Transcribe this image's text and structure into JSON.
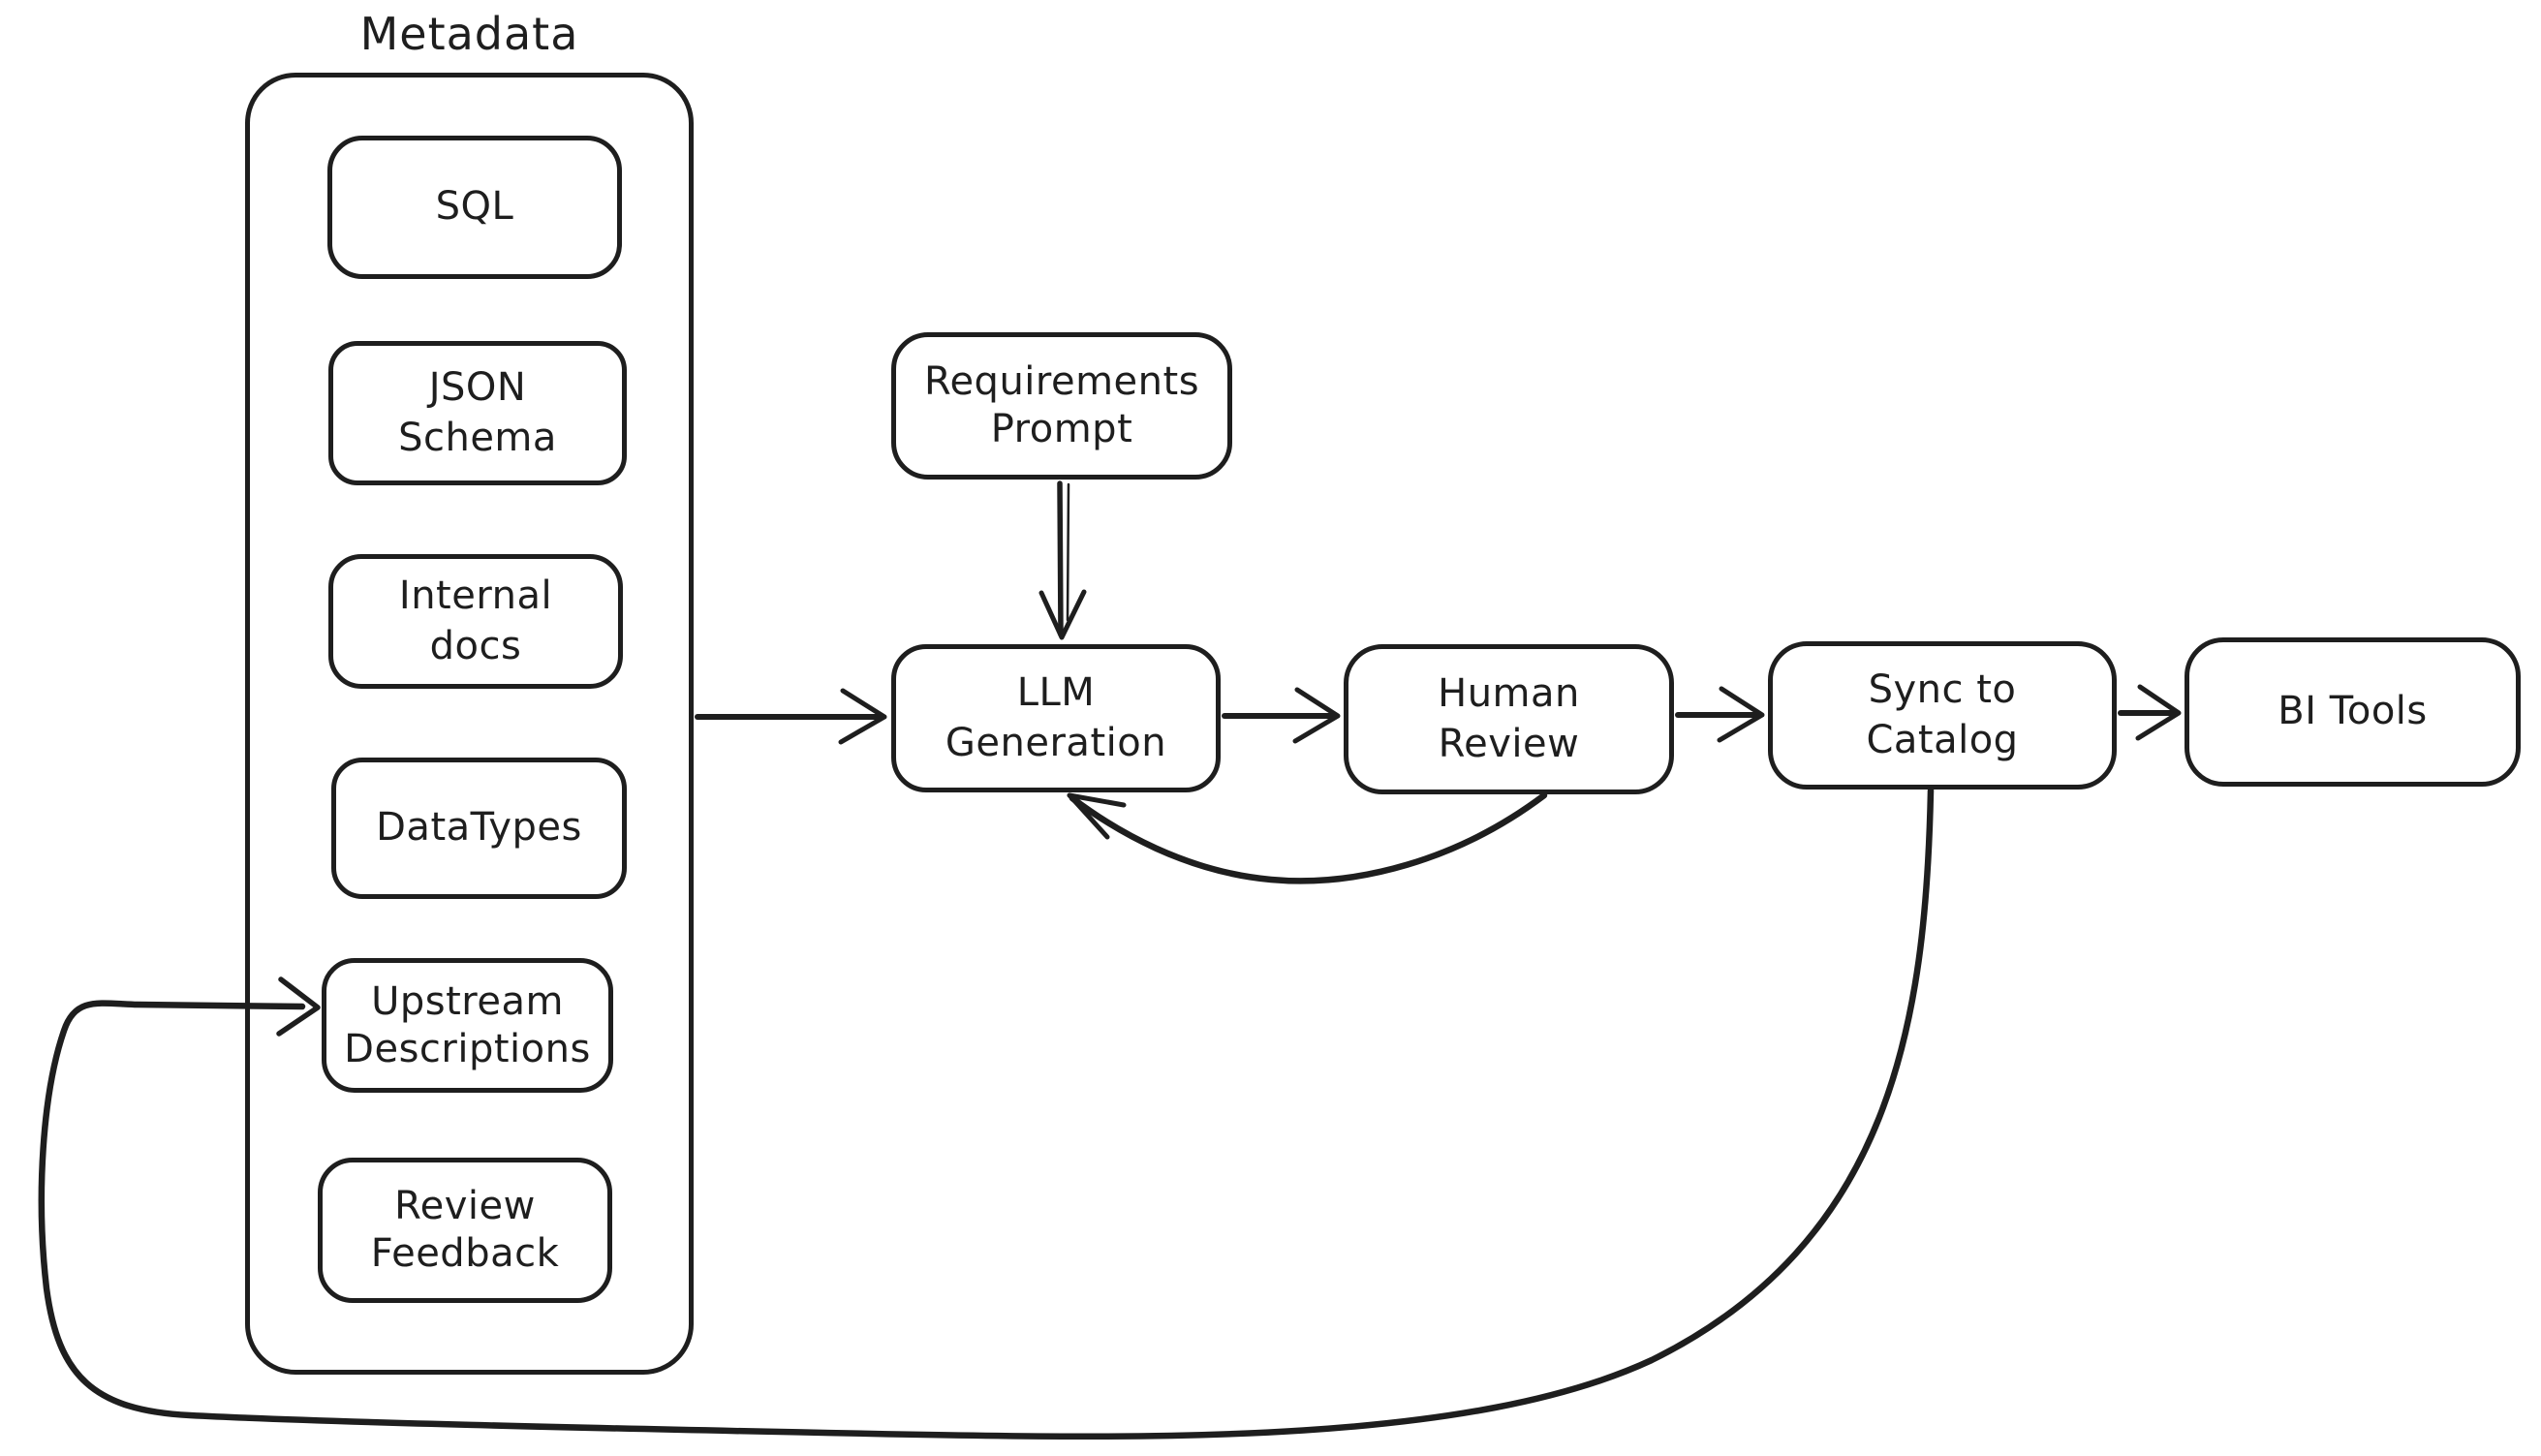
{
  "diagram": {
    "type": "flowchart",
    "style": "hand-drawn",
    "background_color": "#ffffff",
    "stroke_color": "#1e1e1e",
    "metadata_group": {
      "title": "Metadata",
      "items": [
        {
          "label": "SQL"
        },
        {
          "label": "JSON Schema"
        },
        {
          "label": "Internal docs"
        },
        {
          "label": "DataTypes"
        },
        {
          "label": "Upstream Descriptions"
        },
        {
          "label": "Review Feedback"
        }
      ]
    },
    "nodes": {
      "requirements_prompt": {
        "label": "Requirements Prompt"
      },
      "llm_generation": {
        "label": "LLM Generation"
      },
      "human_review": {
        "label": "Human Review"
      },
      "sync_to_catalog": {
        "label": "Sync to Catalog"
      },
      "bi_tools": {
        "label": "BI Tools"
      }
    },
    "edges": [
      {
        "from": "Requirements Prompt",
        "to": "LLM Generation"
      },
      {
        "from": "Metadata",
        "to": "LLM Generation"
      },
      {
        "from": "LLM Generation",
        "to": "Human Review"
      },
      {
        "from": "Human Review",
        "to": "Sync to Catalog"
      },
      {
        "from": "Sync to Catalog",
        "to": "BI Tools"
      },
      {
        "from": "Human Review",
        "to": "LLM Generation"
      },
      {
        "from": "Sync to Catalog",
        "to": "Upstream Descriptions"
      }
    ]
  }
}
